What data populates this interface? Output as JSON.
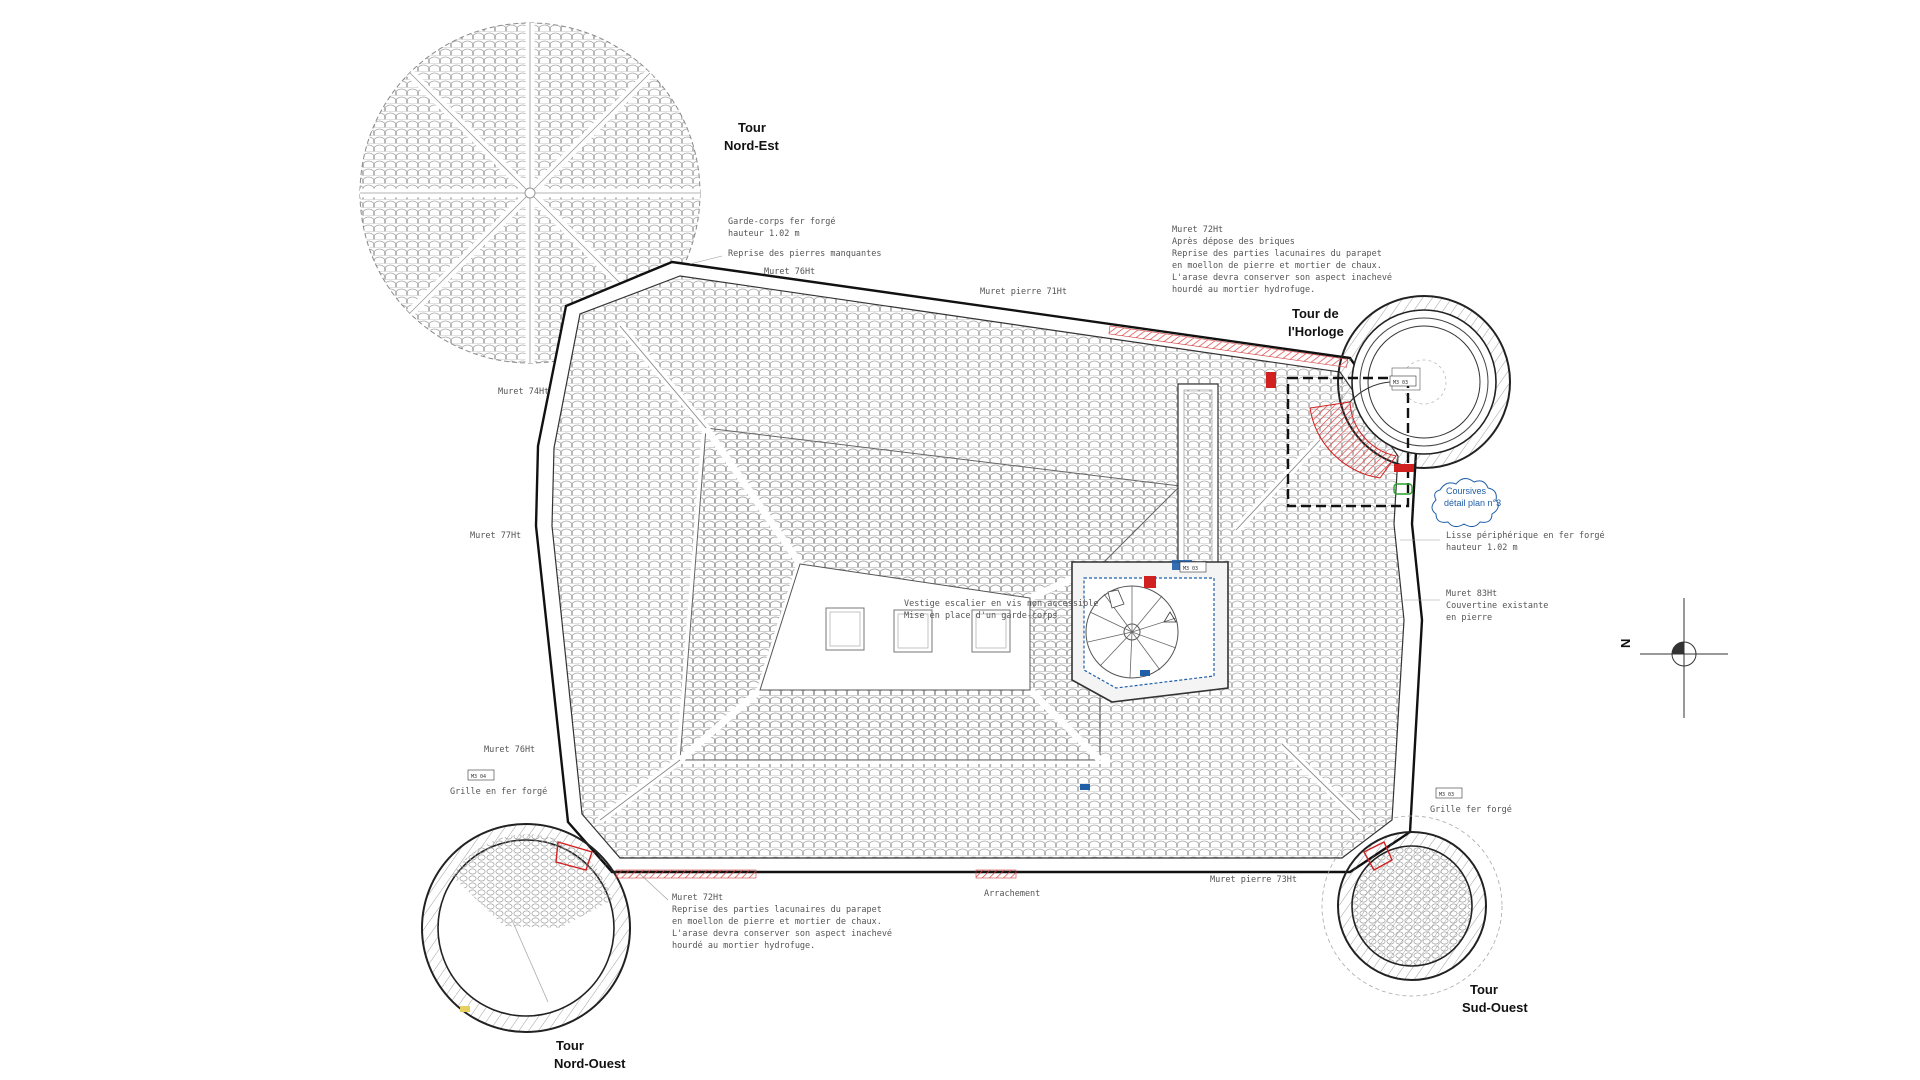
{
  "towers": {
    "nord_est": [
      "Tour",
      "Nord-Est"
    ],
    "horloge": [
      "Tour de",
      "l'Horloge"
    ],
    "nord_ouest": [
      "Tour",
      "Nord-Ouest"
    ],
    "sud_ouest": [
      "Tour",
      "Sud-Ouest"
    ]
  },
  "notes": {
    "garde_corps": [
      "Garde-corps fer forgé",
      "hauteur 1.02 m"
    ],
    "reprise_pierres": "Reprise des pierres manquantes",
    "muret_76_top": "Muret 76Ht",
    "muret_71": "Muret pierre 71Ht",
    "muret_74": "Muret 74Ht",
    "muret_77": "Muret 77Ht",
    "muret_76_left": "Muret 76Ht",
    "grille_left": "Grille en fer forgé",
    "muret_72_top": [
      "Muret 72Ht",
      "Après dépose des briques",
      "Reprise des parties lacunaires du parapet",
      "en moellon de pierre et mortier de chaux.",
      "L'arase devra conserver son aspect inachevé",
      "hourdé au mortier hydrofuge."
    ],
    "coursives": [
      "Coursives",
      "détail plan n°3"
    ],
    "lisse": [
      "Lisse périphérique en fer forgé",
      "hauteur 1.02 m"
    ],
    "muret_83": [
      "Muret 83Ht",
      "Couvertine existante",
      "en pierre"
    ],
    "grille_right": "Grille fer forgé",
    "vestige": [
      "Vestige escalier en vis non accessible",
      "Mise en place d'un garde-corps"
    ],
    "muret_72_bottom": [
      "Muret 72Ht",
      "Reprise des parties lacunaires du parapet",
      "en moellon de pierre et mortier de chaux.",
      "L'arase devra conserver son aspect inachevé",
      "hourdé au mortier hydrofuge."
    ],
    "arrachement": "Arrachement",
    "muret_73": "Muret pierre 73Ht"
  },
  "tags": {
    "tag_horloge": "M3 03",
    "tag_stair": "M3 03",
    "tag_left": "M3 04",
    "tag_right": "M3 03"
  },
  "compass": {
    "label": "N"
  },
  "colors": {
    "line": "#222222",
    "tile": "#9a9a9a",
    "red": "#e02020",
    "hatch": "#f08080",
    "blue": "#1f5fa8",
    "green": "#2aa02a"
  }
}
